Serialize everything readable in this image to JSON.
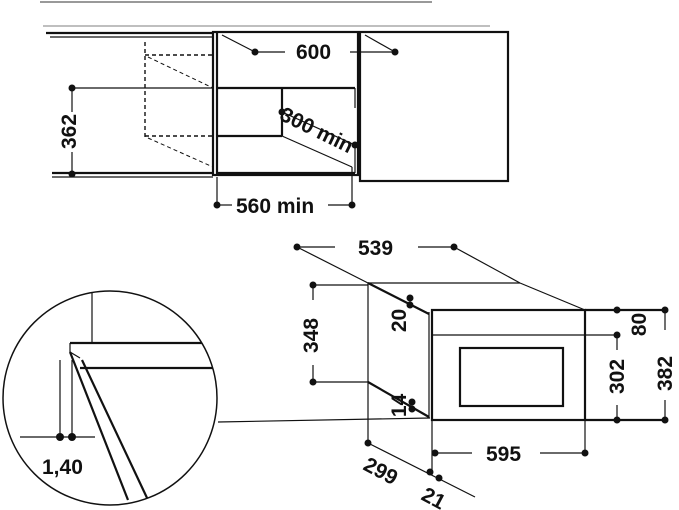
{
  "diagram": {
    "title": "Built-in microwave installation dimensions",
    "niche": {
      "width_label": "600",
      "height_label": "362",
      "depth_label": "300 min",
      "inner_width_label": "560 min"
    },
    "detail": {
      "gap_label": "1,40"
    },
    "appliance": {
      "depth_label": "539",
      "body_height_label": "348",
      "top_offset_label": "20",
      "bottom_offset_label": "14",
      "top_band_label": "80",
      "door_height_label": "302",
      "total_height_label": "382",
      "width_label": "595",
      "side_depth_label": "299",
      "front_depth_label": "21"
    }
  }
}
